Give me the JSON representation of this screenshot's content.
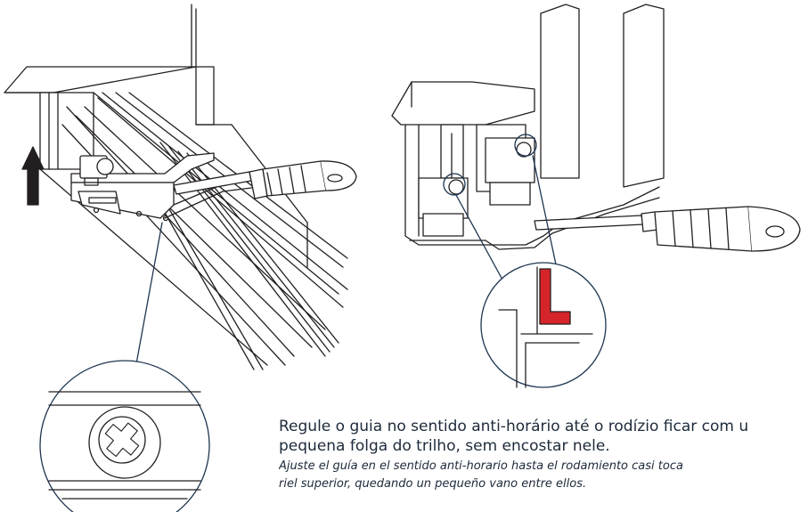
{
  "instruction": {
    "pt_line1": "Regule o guia no sentido anti-horário até o rodízio ficar com u",
    "pt_line2": "pequena folga do trilho, sem encostar nele.",
    "es_line1": "Ajuste el guía en el sentido anti-horario hasta el rodamiento casi toca",
    "es_line2": "riel superior, quedando un pequeño vano entre ellos."
  },
  "colors": {
    "line": "#231f20",
    "callout": "#1e3550",
    "arrow": "#231f20",
    "highlight": "#d6242b"
  },
  "icons": [
    "up-arrow-icon",
    "screwdriver-icon",
    "phillips-screw-icon",
    "clearance-marker-icon"
  ]
}
